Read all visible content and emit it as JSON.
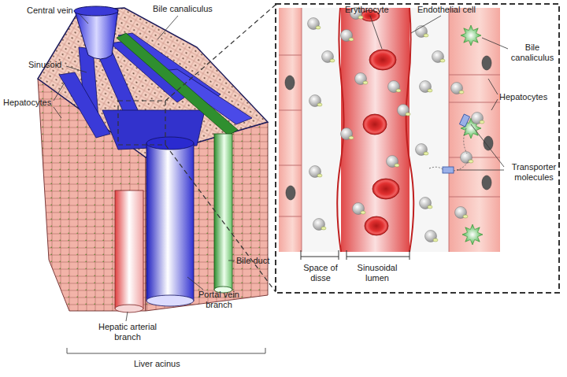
{
  "diagram": {
    "labels": [
      "Central vein",
      "Bile canaliculus",
      "Sinusoid",
      "Hepatocytes",
      "Hepatic arterial branch",
      "Portal vein branch",
      "Bile duct",
      "Liver acinus",
      "Erythrocyte",
      "Endothelial cell",
      "Bile canaliculus",
      "Hepatocytes",
      "Transporter molecules",
      "Space of disse",
      "Sinusoidal lumen"
    ]
  }
}
